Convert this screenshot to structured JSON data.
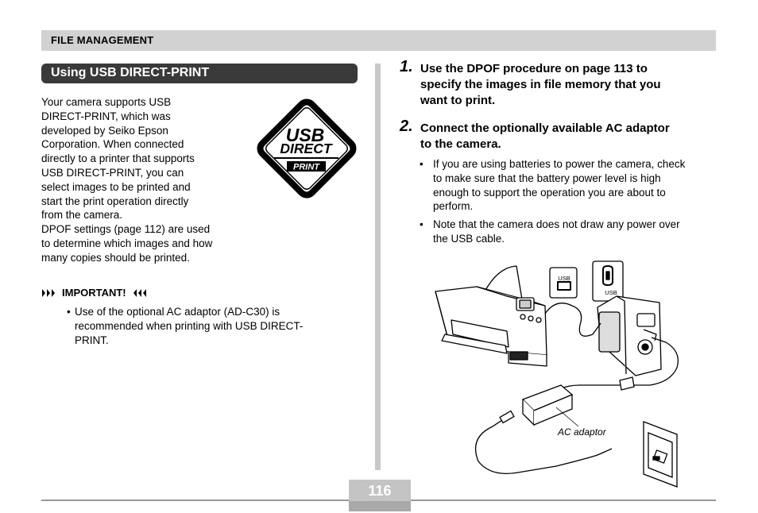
{
  "header": {
    "title": "FILE MANAGEMENT"
  },
  "section": {
    "heading": "Using USB DIRECT-PRINT"
  },
  "intro": {
    "lines": [
      "Your camera supports USB",
      "DIRECT-PRINT, which was",
      "developed by Seiko Epson",
      "Corporation. When connected",
      "directly to a printer that supports",
      "USB DIRECT-PRINT, you can",
      "select images to be printed and",
      "start the print operation directly",
      "from the camera.",
      "DPOF settings (page 112) are used",
      "to determine which images and how",
      "many copies should be printed."
    ]
  },
  "logo": {
    "line1": "USB",
    "line2": "DIRECT",
    "line3": "PRINT"
  },
  "important": {
    "label": "IMPORTANT!",
    "bullet_lines": [
      "Use of the optional AC adaptor (AD-C30) is",
      "recommended when printing with USB DIRECT-",
      "PRINT."
    ]
  },
  "steps": [
    {
      "num": "1.",
      "lines": [
        "Use the DPOF procedure on page 113 to",
        "specify the images in file memory that you",
        "want to print."
      ]
    },
    {
      "num": "2.",
      "lines": [
        "Connect the optionally available AC adaptor",
        "to the camera."
      ]
    }
  ],
  "bullets": [
    {
      "lines": [
        "If you are using batteries to power the camera, check",
        "to make sure that the battery power level is high",
        "enough to support the operation you are about to",
        "perform."
      ]
    },
    {
      "lines": [
        "Note that the camera does not draw any power over",
        "the USB cable."
      ]
    }
  ],
  "illustration": {
    "usb_label_1": "USB",
    "usb_label_2": "USB",
    "ac_adaptor_label": "AC adaptor"
  },
  "page_number": "116"
}
